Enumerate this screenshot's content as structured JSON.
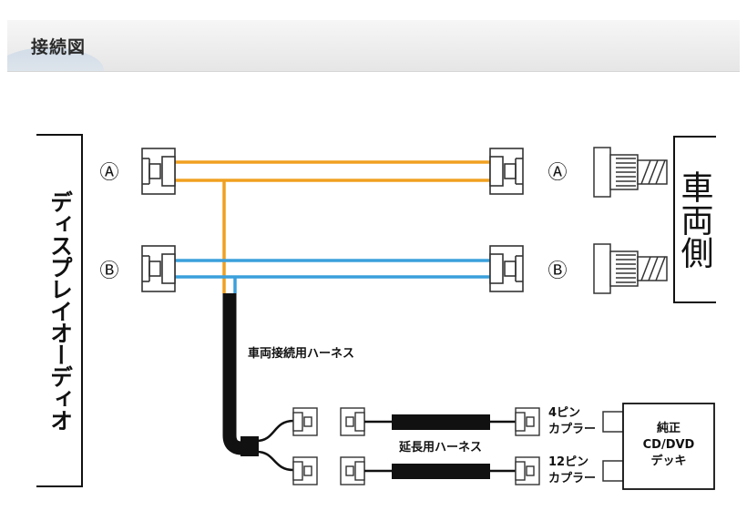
{
  "header": {
    "title": "接続図"
  },
  "display_label": "ディスプレイオーディオ",
  "vehicle_label": "車両側",
  "connector_labels": {
    "a": "Ⓐ",
    "b": "Ⓑ"
  },
  "harness": {
    "vehicle_harness": "車両接続用ハーネス",
    "extension_harness": "延長用ハーネス"
  },
  "coupler_4pin": {
    "line1": "4ピン",
    "line2": "カプラー"
  },
  "coupler_12pin": {
    "line1": "12ピン",
    "line2": "カプラー"
  },
  "deck": {
    "line1": "純正",
    "line2": "CD/DVD",
    "line3": "デッキ"
  },
  "colors": {
    "orange_wire": "#f0a020",
    "blue_wire": "#3aa0dc",
    "black_harness": "#111111"
  }
}
